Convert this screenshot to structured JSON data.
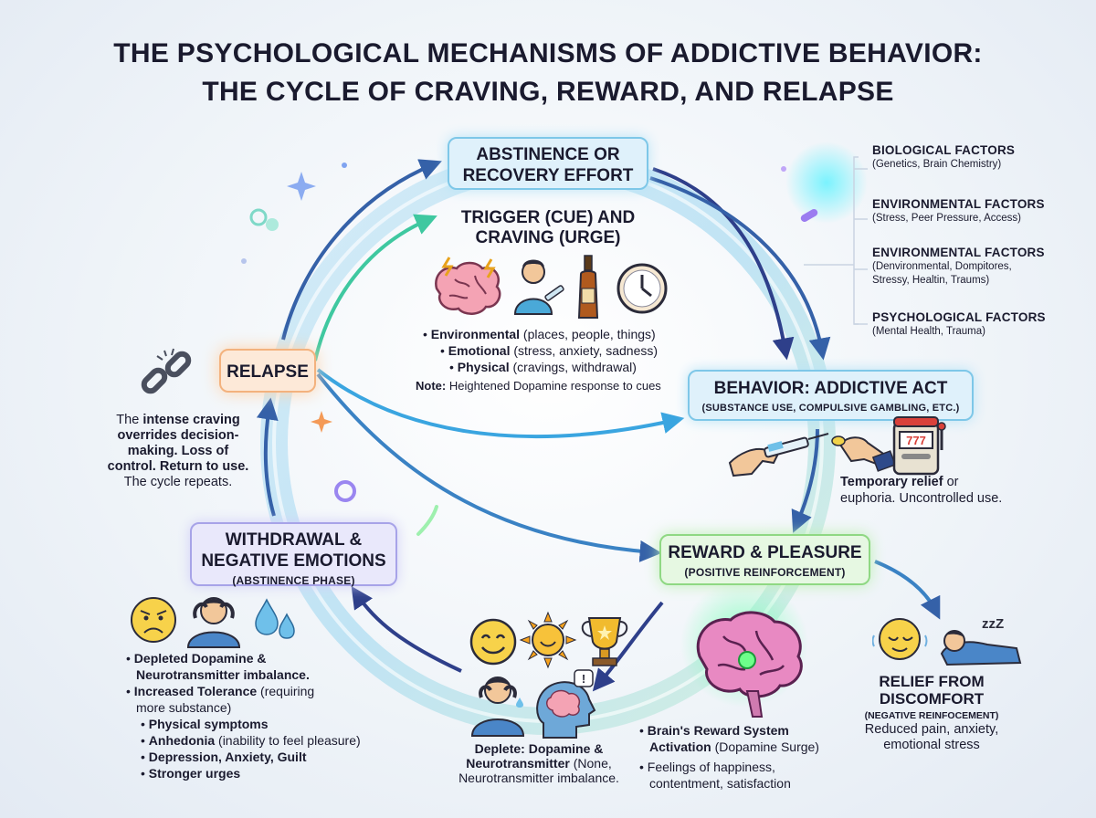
{
  "title": {
    "line1": "THE PSYCHOLOGICAL MECHANISMS OF ADDICTIVE BEHAVIOR:",
    "line2": "THE CYCLE OF CRAVING, REWARD, AND RELAPSE"
  },
  "nodes": {
    "abstinence": {
      "line1": "ABSTINENCE OR",
      "line2": "RECOVERY EFFORT"
    },
    "trigger": {
      "line1": "TRIGGER (CUE) AND",
      "line2": "CRAVING (URGE)",
      "bullets": [
        {
          "bold": "Environmental",
          "text": " (places, people, things)"
        },
        {
          "bold": "Emotional",
          "text": " (stress, anxiety, sadness)"
        },
        {
          "bold": "Physical",
          "text": " (cravings, withdrawal)"
        }
      ],
      "note_label": "Note:",
      "note_text": " Heightened Dopamine response to cues"
    },
    "behavior": {
      "title": "BEHAVIOR: ADDICTIVE ACT",
      "subtitle": "(SUBSTANCE USE, COMPULSIVE GAMBLING, ETC.)",
      "desc_bold": "Temporary relief",
      "desc_rest1": " or",
      "desc_rest2": "euphoria. Uncontrolled use."
    },
    "reward": {
      "title": "REWARD & PLEASURE",
      "subtitle": "(POSITIVE REINFORCEMENT)",
      "bullets": [
        {
          "bold": "Brain's Reward System",
          "bold2": "Activation",
          "text": " (Dopamine Surge)"
        },
        {
          "text": "Feelings of happiness,",
          "text2": "contentment, satisfaction"
        }
      ]
    },
    "relief": {
      "title_line1": "RELIEF FROM",
      "title_line2": "DISCOMFORT",
      "subtitle": "(NEGATIVE REINFOCEMENT)",
      "desc_line1": "Reduced pain, anxiety,",
      "desc_line2": "emotional stress"
    },
    "withdrawal": {
      "line1": "WITHDRAWAL &",
      "line2": "NEGATIVE EMOTIONS",
      "subtitle": "(ABSTINENCE PHASE)",
      "bullets": [
        {
          "bold": "Depleted Dopamine &",
          "bold2": "Neurotransmitter imbalance."
        },
        {
          "bold": "Increased Tolerance",
          "text": " (requiring",
          "text2": "more substance)"
        }
      ],
      "subbullets": [
        {
          "bold": "Physical symptoms"
        },
        {
          "bold": "Anhedonia",
          "text": " (inability to feel pleasure)"
        },
        {
          "bold": "Depression, Anxiety, Guilt"
        },
        {
          "bold": "Stronger urges"
        }
      ],
      "deplete_line1": "Deplete: Dopamine &",
      "deplete_line2": "Neurotransmitter",
      "deplete_line2_rest": " (None,",
      "deplete_line3": "Neurotransmitter imbalance."
    },
    "relapse": {
      "title": "RELAPSE",
      "text_line1_pre": "The ",
      "text_line1_bold": "intense craving",
      "text_line2_bold": "overrides decision-",
      "text_line3_bold": "making. Loss of",
      "text_line4_bold": "control. Return to use.",
      "text_line5": "The cycle repeats."
    }
  },
  "factors": [
    {
      "title": "BIOLOGICAL FACTORS",
      "desc": "(Genetics, Brain Chemistry)"
    },
    {
      "title": "ENVIRONMENTAL FACTORS",
      "desc": "(Stress, Peer Pressure, Access)"
    },
    {
      "title": "ENVIRONMENTAL FACTORS",
      "desc": "(Denvironmental, Dompitores,",
      "desc2": "Stressy, Healtin, Traums)"
    },
    {
      "title": "PSYCHOLOGICAL FACTORS",
      "desc": "(Mental Health, Trauma)"
    }
  ],
  "icons": {
    "slot_machine_digits": "777",
    "sleep_letters": "zzZ",
    "exclamation": "!"
  }
}
